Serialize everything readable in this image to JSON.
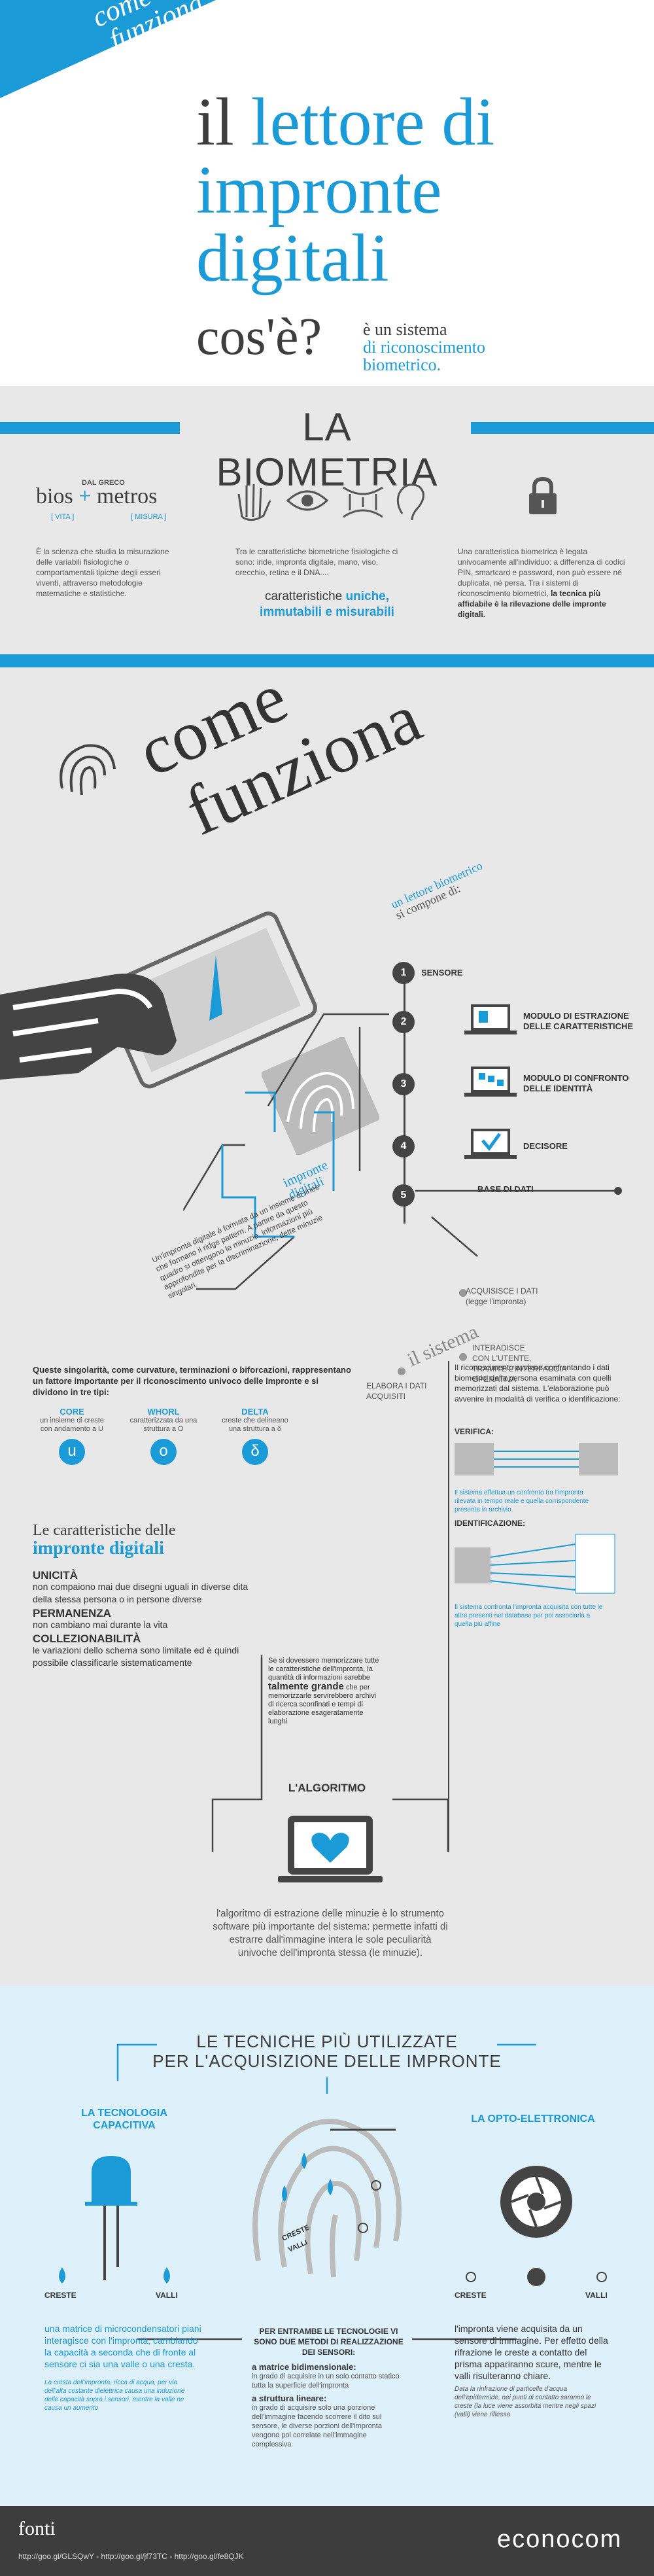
{
  "header": {
    "tag_line1": "come",
    "tag_line2": "funziona",
    "title_il": "il",
    "title_lettore": "lettore di",
    "title_impronte": "impronte",
    "title_digitali": "digitali",
    "cose": "cos'è?",
    "answer1": "è un sistema",
    "answer2": "di riconoscimento",
    "answer3": "biometrico."
  },
  "biometria": {
    "title": "LA BIOMETRIA",
    "dal_greco": "DAL GRECO",
    "bios": "bios",
    "plus": "+",
    "metros": "metros",
    "vita": "[ VITA ]",
    "misura": "[ MISURA ]",
    "col1": "È la scienza che studia la misurazione delle variabili fisiologiche o comportamentali tipiche degli esseri viventi, attraverso metodologie matematiche e statistiche.",
    "col2": "Tra le caratteristiche biometriche fisiologiche ci sono: iride, impronta digitale, mano, viso, orecchio, retina e il DNA....",
    "car1": "caratteristiche",
    "car2": "uniche,",
    "car3": "immutabili e misurabili",
    "col3a": "Una caratteristica biometrica è legata univocamente all'individuo: a differenza di codici PIN, smartcard e password, non può essere né duplicata, né persa. Tra i sistemi di riconoscimento biometrici,",
    "col3b": "la tecnica più affidabile è la rilevazione delle impronte digitali."
  },
  "funziona": {
    "title1": "come",
    "title2": "funziona",
    "reader1": "un lettore biometrico",
    "reader2": "si compone di:",
    "steps": [
      {
        "num": "1",
        "label": "SENSORE"
      },
      {
        "num": "2",
        "label": "MODULO DI ESTRAZIONE\nDELLE CARATTERISTICHE"
      },
      {
        "num": "3",
        "label": "MODULO DI CONFRONTO\nDELLE IDENTITÀ"
      },
      {
        "num": "4",
        "label": "DECISORE"
      },
      {
        "num": "5",
        "label": "BASE DI DATI"
      }
    ],
    "impronte_label1": "impronte",
    "impronte_label2": "digitali",
    "impronte_text": "Un'impronta digitale è formata da un insieme di linee che formano il ridge pattern. A partire da questo quadro si ottengono le minuzie, informazioni più approfondite per la discriminazione, dette minuzie singolari.",
    "sistema": "il sistema",
    "acquisisce": "ACQUISISCE I DATI\n(legge l'impronta)",
    "interadisce": "INTERADISCE\nCON L'UTENTE,\nTRAMITE L'INTERFACCIA\nOPERATIVA",
    "elabora": "ELABORA I DATI\nACQUISITI",
    "singolarita": "Queste singolarità, come curvature, terminazioni o biforcazioni, rappresentano un fattore importante per il riconoscimento univoco delle impronte e si dividono in tre tipi:",
    "types": [
      {
        "name": "CORE",
        "desc": "un insieme di creste con andamento a U",
        "glyph": "u"
      },
      {
        "name": "WHORL",
        "desc": "caratterizzata da una struttura a O",
        "glyph": "o"
      },
      {
        "name": "DELTA",
        "desc": "creste che delineano una struttura a δ",
        "glyph": "δ"
      }
    ],
    "riconosc": "Il riconoscimento avviene confrontando i dati biometrici della persona esaminata con quelli memorizzati dal sistema. L'elaborazione può avvenire in modalità di verifica o identificazione:",
    "verifica": "VERIFICA:",
    "verifica_desc": "Il sistema effettua un confronto tra l'impronta rilevata in tempo reale e quella corrispondente presente in archivio.",
    "identificazione": "IDENTIFICAZIONE:",
    "ident_desc": "Il sistema confronta l'impronta acquisita con tutte le altre presenti nel database per poi associarla a quella più affine",
    "caratt1": "Le caratteristiche delle",
    "caratt2": "impronte digitali",
    "unicita": "UNICITÀ",
    "unicita_desc": "non compaiono mai due disegni uguali in diverse dita della stessa persona o in persone diverse",
    "permanenza": "PERMANENZA",
    "permanenza_desc": "non cambiano mai durante la vita",
    "collez": "COLLEZIONABILITÀ",
    "collez_desc": "le variazioni dello schema sono limitate ed è quindi possibile classificarle sistematicamente",
    "memo1": "Se si dovessero memorizzare tutte le caratteristiche dell'impronta, la quantità di informazioni sarebbe",
    "memo2": "talmente grande",
    "memo3": "che per memorizzarle servirebbero archivi di ricerca sconfinati e tempi di elaborazione esageratamente lunghi",
    "algoritmo": "L'ALGORITMO",
    "algo_text": "l'algoritmo di estrazione delle minuzie è lo strumento software più importante del sistema: permette infatti di estrarre dall'immagine intera le sole peculiarità univoche dell'impronta stessa (le minuzie)."
  },
  "tecniche": {
    "title1": "LE TECNICHE PIÙ UTILIZZATE",
    "title2": "PER L'ACQUISIZIONE DELLE IMPRONTE",
    "cap_title": "LA TECNOLOGIA\nCAPACITIVA",
    "opto_title": "LA OPTO-ELETTRONICA",
    "creste": "CRESTE",
    "valli": "VALLI",
    "center_creste": "CRESTE",
    "center_valli": "VALLI",
    "cap_desc": "una matrice di microcondensatori piani interagisce con l'impronta, cambiando la capacità a seconda che di fronte al sensore ci sia una valle o una cresta.",
    "cap_note": "La cresta dell'impronta, ricca di acqua, per via dell'alta costante dielettrica causa una induzione delle capacità sopra i sensori, mentre la valle ne causa un aumento",
    "middle_title": "PER ENTRAMBE LE TECNOLOGIE VI SONO DUE METODI DI REALIZZAZIONE DEI SENSORI:",
    "m1": "a matrice bidimensionale:",
    "m1_desc": "in grado di acquisire in un solo contatto statico tutta la superficie dell'impronta",
    "m2": "a struttura lineare:",
    "m2_desc": "in grado di acquisire solo una porzione dell'immagine facendo scorrere il dito sul sensore, le diverse porzioni dell'impronta vengono poi correlate nell'immagine complessiva",
    "opto_desc": "l'impronta viene acquisita da un sensore di immagine. Per effetto della rifrazione le creste a contatto del prisma appariranno scure, mentre le valli risulteranno chiare.",
    "opto_note": "Data la rinfrazione di particelle d'acqua dell'epidermide, nei punti di contatto saranno le creste (la luce viene assorbita mentre negli spazi (valli) viene riflessa"
  },
  "footer": {
    "fonti": "fonti",
    "links": "http://goo.gl/GLSQwY - http://goo.gl/jf73TC - http://goo.gl/fe8QJK",
    "brand": "econocom"
  },
  "colors": {
    "accent": "#1a9ad6",
    "dark": "#3d3d3d",
    "grey": "#e8e8e8",
    "light_blue": "#def0fa"
  }
}
